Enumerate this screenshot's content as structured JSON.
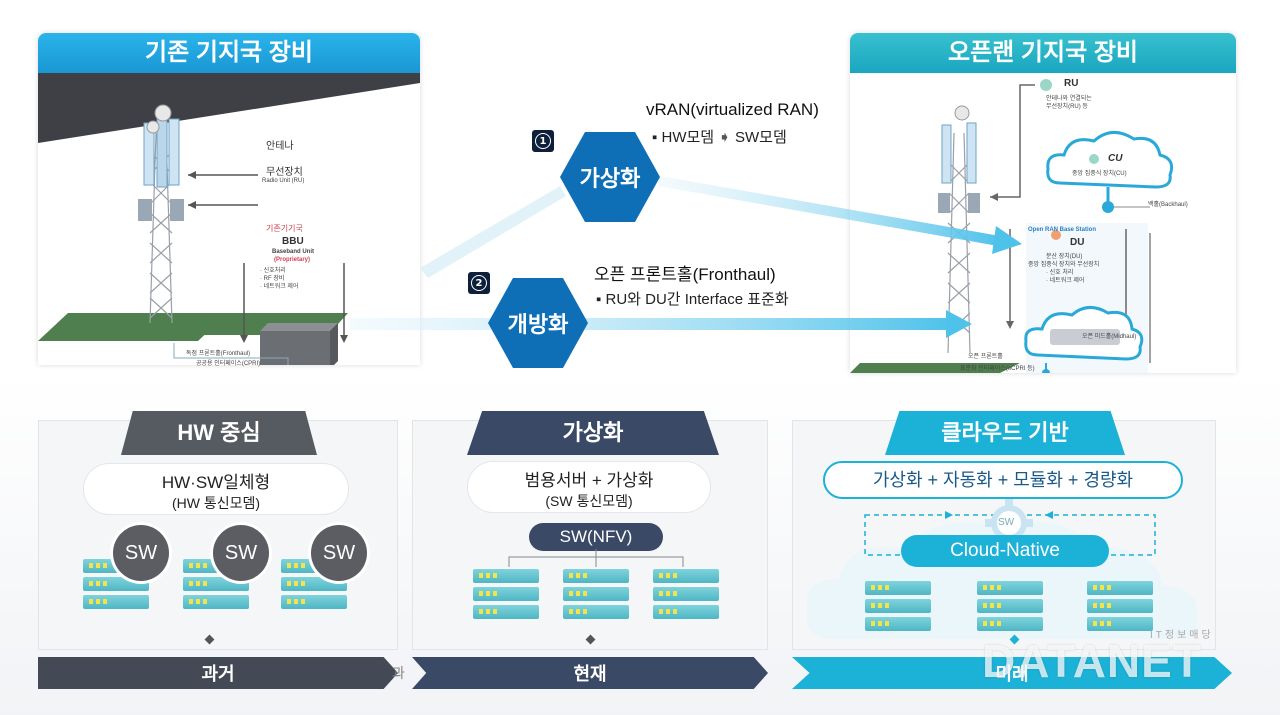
{
  "legacy": {
    "title": "기존 기지국 장비",
    "labels": {
      "antenna": "안테나",
      "radio_kr": "무선장치",
      "radio_en": "Radio Unit (RU)",
      "bbu_kr": "기존기기국",
      "bbu": "BBU",
      "bbu_full": "Baseband Unit",
      "bbu_prop": "(Proprietary)",
      "bbu_items": [
        "· 신호처리",
        "· RF 장비",
        "· 네트워크 제어"
      ],
      "fronthaul": "독점 프론트홀(Fronthaul)",
      "cpri": "공공용 인터페이스(CPRI)"
    }
  },
  "oran": {
    "title": "오픈랜 기지국 장비",
    "ru": "RU",
    "ru_desc": [
      "안테나와 연결되는",
      "무선장치(RU) 등"
    ],
    "cu": "CU",
    "cu_desc": "중앙 집중식 장치(CU)",
    "backhaul": "백홀(Backhaul)",
    "du_station": "Open RAN Base Station",
    "du": "DU",
    "du_desc": [
      "분산 장치(DU)",
      "중앙 집중식 장치와 무선장치",
      "· 신호 처리",
      "· 네트워크 제어"
    ],
    "midhaul": "오픈 미드홀(Midhaul)",
    "fronthaul": "오픈 프론트홀",
    "interface": "표준화 인터페이스(eCPRI 등)"
  },
  "steps": [
    {
      "num": "1",
      "hex": "가상화",
      "title": "vRAN(virtualized RAN)",
      "sub_a": "▪ HW모뎀",
      "sub_arrow": "➧",
      "sub_b": "SW모뎀"
    },
    {
      "num": "2",
      "hex": "개방화",
      "title": "오픈 프론트홀(Fronthaul)",
      "sub": "▪ RU와 DU간 Interface 표준화"
    }
  ],
  "cards": {
    "hw": {
      "tab": "HW 중심",
      "line1": "HW·SW일체형",
      "line2": "(HW 통신모뎀)",
      "sw": "SW"
    },
    "virt": {
      "tab": "가상화",
      "line1": "범용서버 + 가상화",
      "line2": "(SW 통신모뎀)",
      "nfv": "SW(NFV)"
    },
    "cloud": {
      "tab": "클라우드 기반",
      "line1": "가상화 + 자동화 + 모듈화 + 경량화",
      "gear": "SW",
      "native": "Cloud-Native"
    }
  },
  "timeline": {
    "past": "과거",
    "past_tail": "과",
    "now": "현재",
    "future": "미래"
  },
  "watermark": {
    "main": "DATANET",
    "sub": "IT정보매당"
  },
  "colors": {
    "primary": "#0e6fb7",
    "legacy_head": "#1a97d4",
    "oran_head": "#1aa6bf",
    "future": "#1cb1d6"
  }
}
